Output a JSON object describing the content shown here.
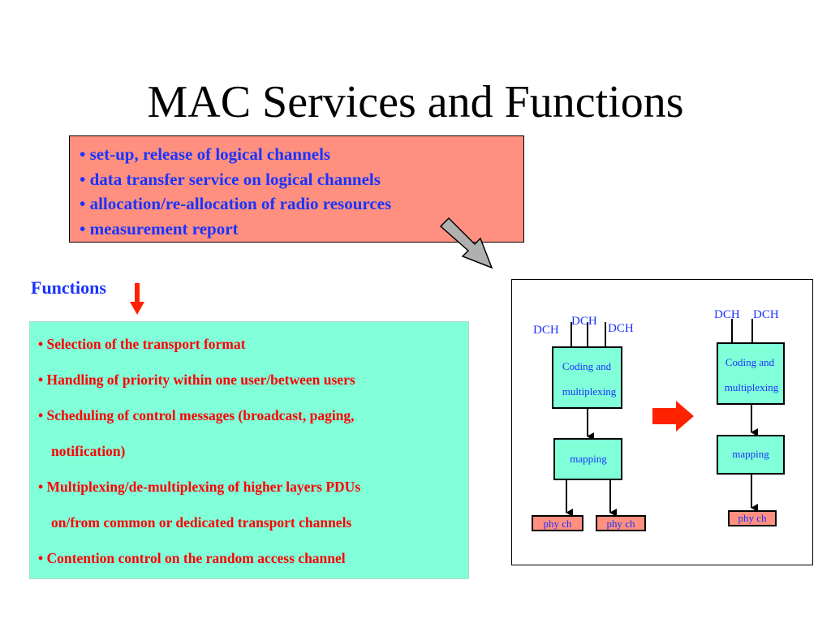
{
  "title": "MAC Services and Functions",
  "services": [
    "• set-up, release of logical channels",
    "• data transfer service on logical channels",
    "• allocation/re-allocation of radio resources",
    "• measurement report"
  ],
  "functions_label": "Functions",
  "functions": [
    {
      "line1": "• Selection of the transport format",
      "line2": ""
    },
    {
      "line1": "• Handling of priority within one user/between users",
      "line2": ""
    },
    {
      "line1": "• Scheduling of control messages (broadcast, paging,",
      "line2": "notification)"
    },
    {
      "line1": "• Multiplexing/de-multiplexing of higher layers PDUs",
      "line2": "on/from common or dedicated transport channels"
    },
    {
      "line1": "• Contention control on the random access channel",
      "line2": ""
    }
  ],
  "diagram": {
    "left": {
      "channels": [
        "DCH",
        "DCH",
        "DCH"
      ],
      "coding_line1": "Coding and",
      "coding_line2": "multiplexing",
      "mapping": "mapping",
      "phy": [
        "phy ch",
        "phy ch"
      ]
    },
    "right": {
      "channels": [
        "DCH",
        "DCH"
      ],
      "coding_line1": "Coding and",
      "coding_line2": "multiplexing",
      "mapping": "mapping",
      "phy": [
        "phy ch"
      ]
    }
  },
  "colors": {
    "services_bg": "#ff9080",
    "functions_bg": "#80ffd9",
    "text_blue": "#1a33ff",
    "text_red": "#ff0000",
    "block_bg": "#80ffd9",
    "phy_bg": "#ff9080",
    "arrow_red": "#ff2200",
    "arrow_gray": "#b0b0b0"
  },
  "icons": [
    "red-down-arrow-icon",
    "gray-diagonal-arrow-icon",
    "red-right-arrow-icon"
  ]
}
